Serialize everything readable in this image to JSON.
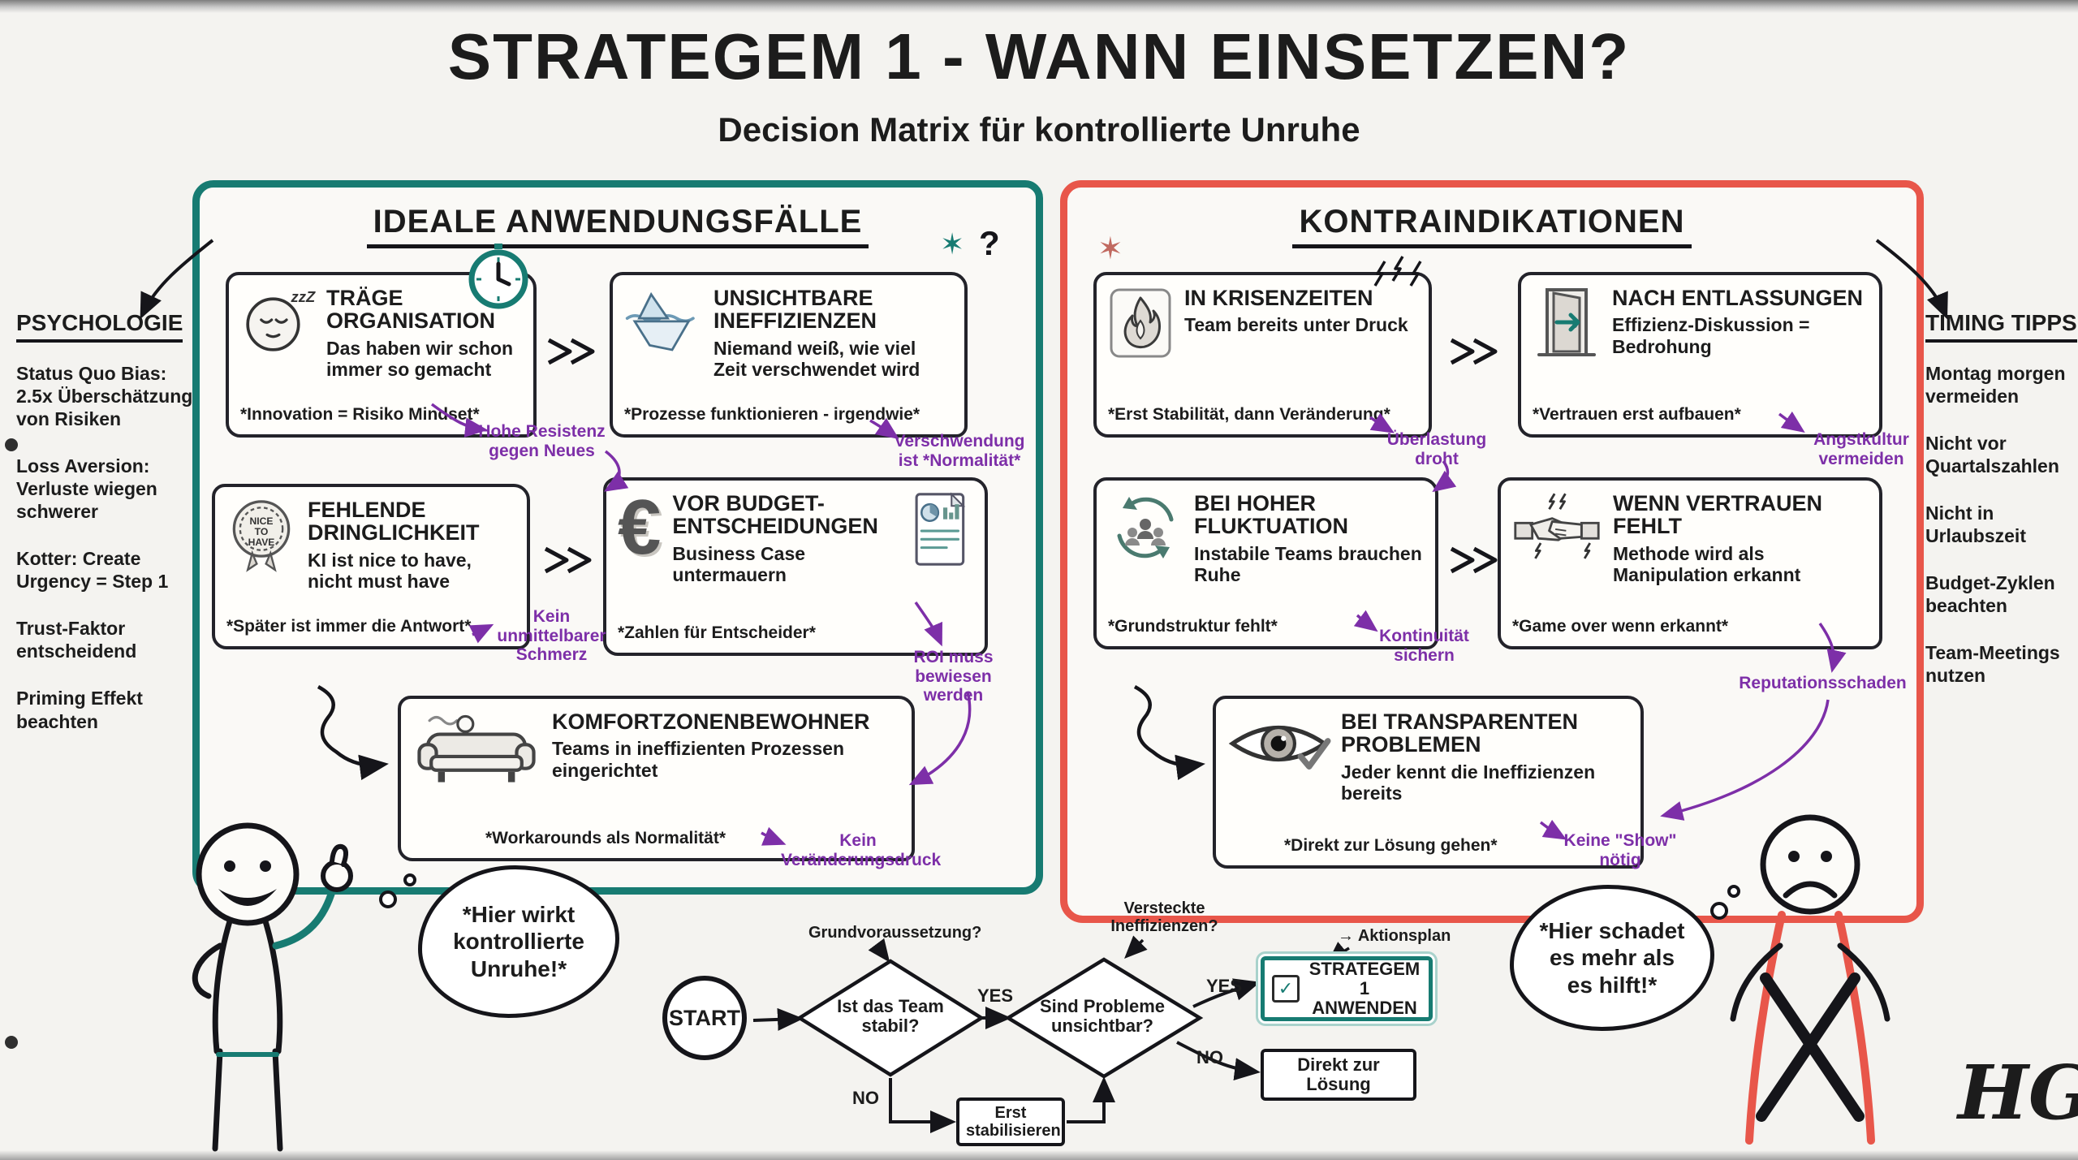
{
  "header": {
    "title": "STRATEGEM 1 - WANN EINSETZEN?",
    "subtitle": "Decision Matrix für kontrollierte Unruhe"
  },
  "signature": "HG",
  "icons": {
    "star": "✶",
    "question": "?",
    "check": "✓",
    "arrow": "→",
    "euro": "€",
    "zzz": "zzZ",
    "badge": [
      "NICE",
      "TO",
      "HAVE"
    ]
  },
  "psychology": {
    "title": "PSYCHOLOGIE",
    "items": [
      "Status Quo Bias: 2.5x Überschätzung von Risiken",
      "Loss Aversion: Verluste wiegen schwerer",
      "Kotter: Create Urgency = Step 1",
      "Trust-Faktor entscheidend",
      "Priming Effekt beachten"
    ]
  },
  "timing": {
    "title": "TIMING TIPPS",
    "items": [
      "Montag morgen vermeiden",
      "Nicht vor Quartalszahlen",
      "Nicht in Urlaubszeit",
      "Budget-Zyklen beachten",
      "Team-Meetings nutzen"
    ]
  },
  "ideal": {
    "title": "IDEALE ANWENDUNGSFÄLLE",
    "cards": [
      {
        "icon": "sleeping-face",
        "title": "TRÄGE ORGANISATION",
        "body": "Das haben wir schon immer so gemacht",
        "foot": "*Innovation = Risiko Mindset*"
      },
      {
        "icon": "iceberg",
        "title": "UNSICHTBARE INEFFIZIENZEN",
        "body": "Niemand weiß, wie viel Zeit verschwendet wird",
        "foot": "*Prozesse funktionieren - irgendwie*"
      },
      {
        "icon": "nice-to-have-badge",
        "title": "FEHLENDE DRINGLICHKEIT",
        "body": "KI ist nice to have, nicht must have",
        "foot": "*Später ist immer die Antwort*"
      },
      {
        "icon": "euro-document",
        "title": "VOR BUDGET-ENTSCHEIDUNGEN",
        "body": "Business Case untermauern",
        "foot": "*Zahlen für Entscheider*"
      },
      {
        "icon": "couch",
        "title": "KOMFORTZONENBEWOHNER",
        "body": "Teams in ineffizienten Prozessen eingerichtet",
        "foot": "*Workarounds als Normalität*"
      }
    ],
    "annotations": [
      "Hohe Resistenz gegen Neues",
      "Verschwendung ist *Normalität*",
      "Kein unmittelbarer Schmerz",
      "ROI muss bewiesen werden",
      "Kein Veränderungsdruck"
    ],
    "bubble": "*Hier wirkt kontrollierte Unruhe!*"
  },
  "contra": {
    "title": "KONTRAINDIKATIONEN",
    "cards": [
      {
        "icon": "fire",
        "title": "IN KRISENZEITEN",
        "body": "Team bereits unter Druck",
        "foot": "*Erst Stabilität, dann Veränderung*"
      },
      {
        "icon": "exit-door",
        "title": "NACH ENTLASSUNGEN",
        "body": "Effizienz-Diskussion = Bedrohung",
        "foot": "*Vertrauen erst aufbauen*"
      },
      {
        "icon": "rotation-people",
        "title": "BEI HOHER FLUKTUATION",
        "body": "Instabile Teams brauchen Ruhe",
        "foot": "*Grundstruktur fehlt*"
      },
      {
        "icon": "handshake-lightning",
        "title": "WENN VERTRAUEN FEHLT",
        "body": "Methode wird als Manipulation erkannt",
        "foot": "*Game over wenn erkannt*"
      },
      {
        "icon": "eye-check",
        "title": "BEI TRANSPARENTEN PROBLEMEN",
        "body": "Jeder kennt die Ineffizienzen bereits",
        "foot": "*Direkt zur Lösung gehen*"
      }
    ],
    "annotations": [
      "Überlastung droht",
      "Angstkultur vermeiden",
      "Kontinuität sichern",
      "Reputationsschaden",
      "Keine \"Show\" nötig"
    ],
    "bubble": "*Hier schadet es mehr als es hilft!*"
  },
  "flow": {
    "start": "START",
    "q1_hint": "Grundvoraussetzung?",
    "q1": "Ist das Team stabil?",
    "q2_hint": "Versteckte Ineffizienzen?",
    "q2": "Sind Probleme unsichtbar?",
    "yes": "YES",
    "no": "NO",
    "stabilize": "Erst stabilisieren",
    "apply_hint": "Aktionsplan",
    "apply": "STRATEGEM 1 ANWENDEN",
    "direct": "Direkt zur Lösung"
  }
}
